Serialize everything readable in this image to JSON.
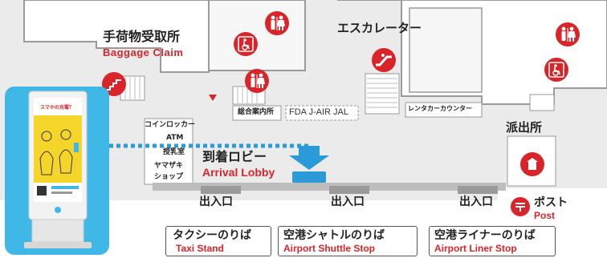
{
  "map": {
    "baggage_claim_jp": "手荷物受取所",
    "baggage_claim_en": "Baggage Claim",
    "escalator_jp": "エスカレーター",
    "info_counter": "総合案内所",
    "airline_counter": "FDA J-AIR JAL",
    "rental_car": "レンタカーカウンター",
    "coin_locker": "コインロッカー",
    "atm": "ATM",
    "nursing_room": "授乳室",
    "shop": "ヤマザキ\nショップ",
    "shop_line1": "ヤマザキ",
    "shop_line2": "ショップ",
    "arrival_lobby_jp": "到着ロビー",
    "arrival_lobby_en": "Arrival Lobby",
    "police_box_jp": "派出所",
    "post_jp": "ポスト",
    "post_en": "Post",
    "entrance_1": "出入口",
    "entrance_2": "出入口",
    "entrance_3": "出入口",
    "taxi_jp": "タクシーのりば",
    "taxi_en": "Taxi Stand",
    "shuttle_jp": "空港シャトルのりば",
    "shuttle_en": "Airport Shuttle Stop",
    "liner_jp": "空港ライナーのりば",
    "liner_en": "Airport Liner Stop"
  },
  "kiosk": {
    "screen_text": "スマホの充電？"
  },
  "colors": {
    "accent_red": "#d9242a",
    "kiosk_blue": "#3fb8e8",
    "route_blue": "#2a9ad8",
    "wall_gray": "#9a9a9a",
    "floor_gray": "#e8e8e8"
  },
  "icons": [
    "restroom-icon",
    "accessible-restroom-icon",
    "escalator-icon",
    "stairs-icon",
    "police-icon",
    "postbox-icon",
    "down-arrow-icon"
  ]
}
